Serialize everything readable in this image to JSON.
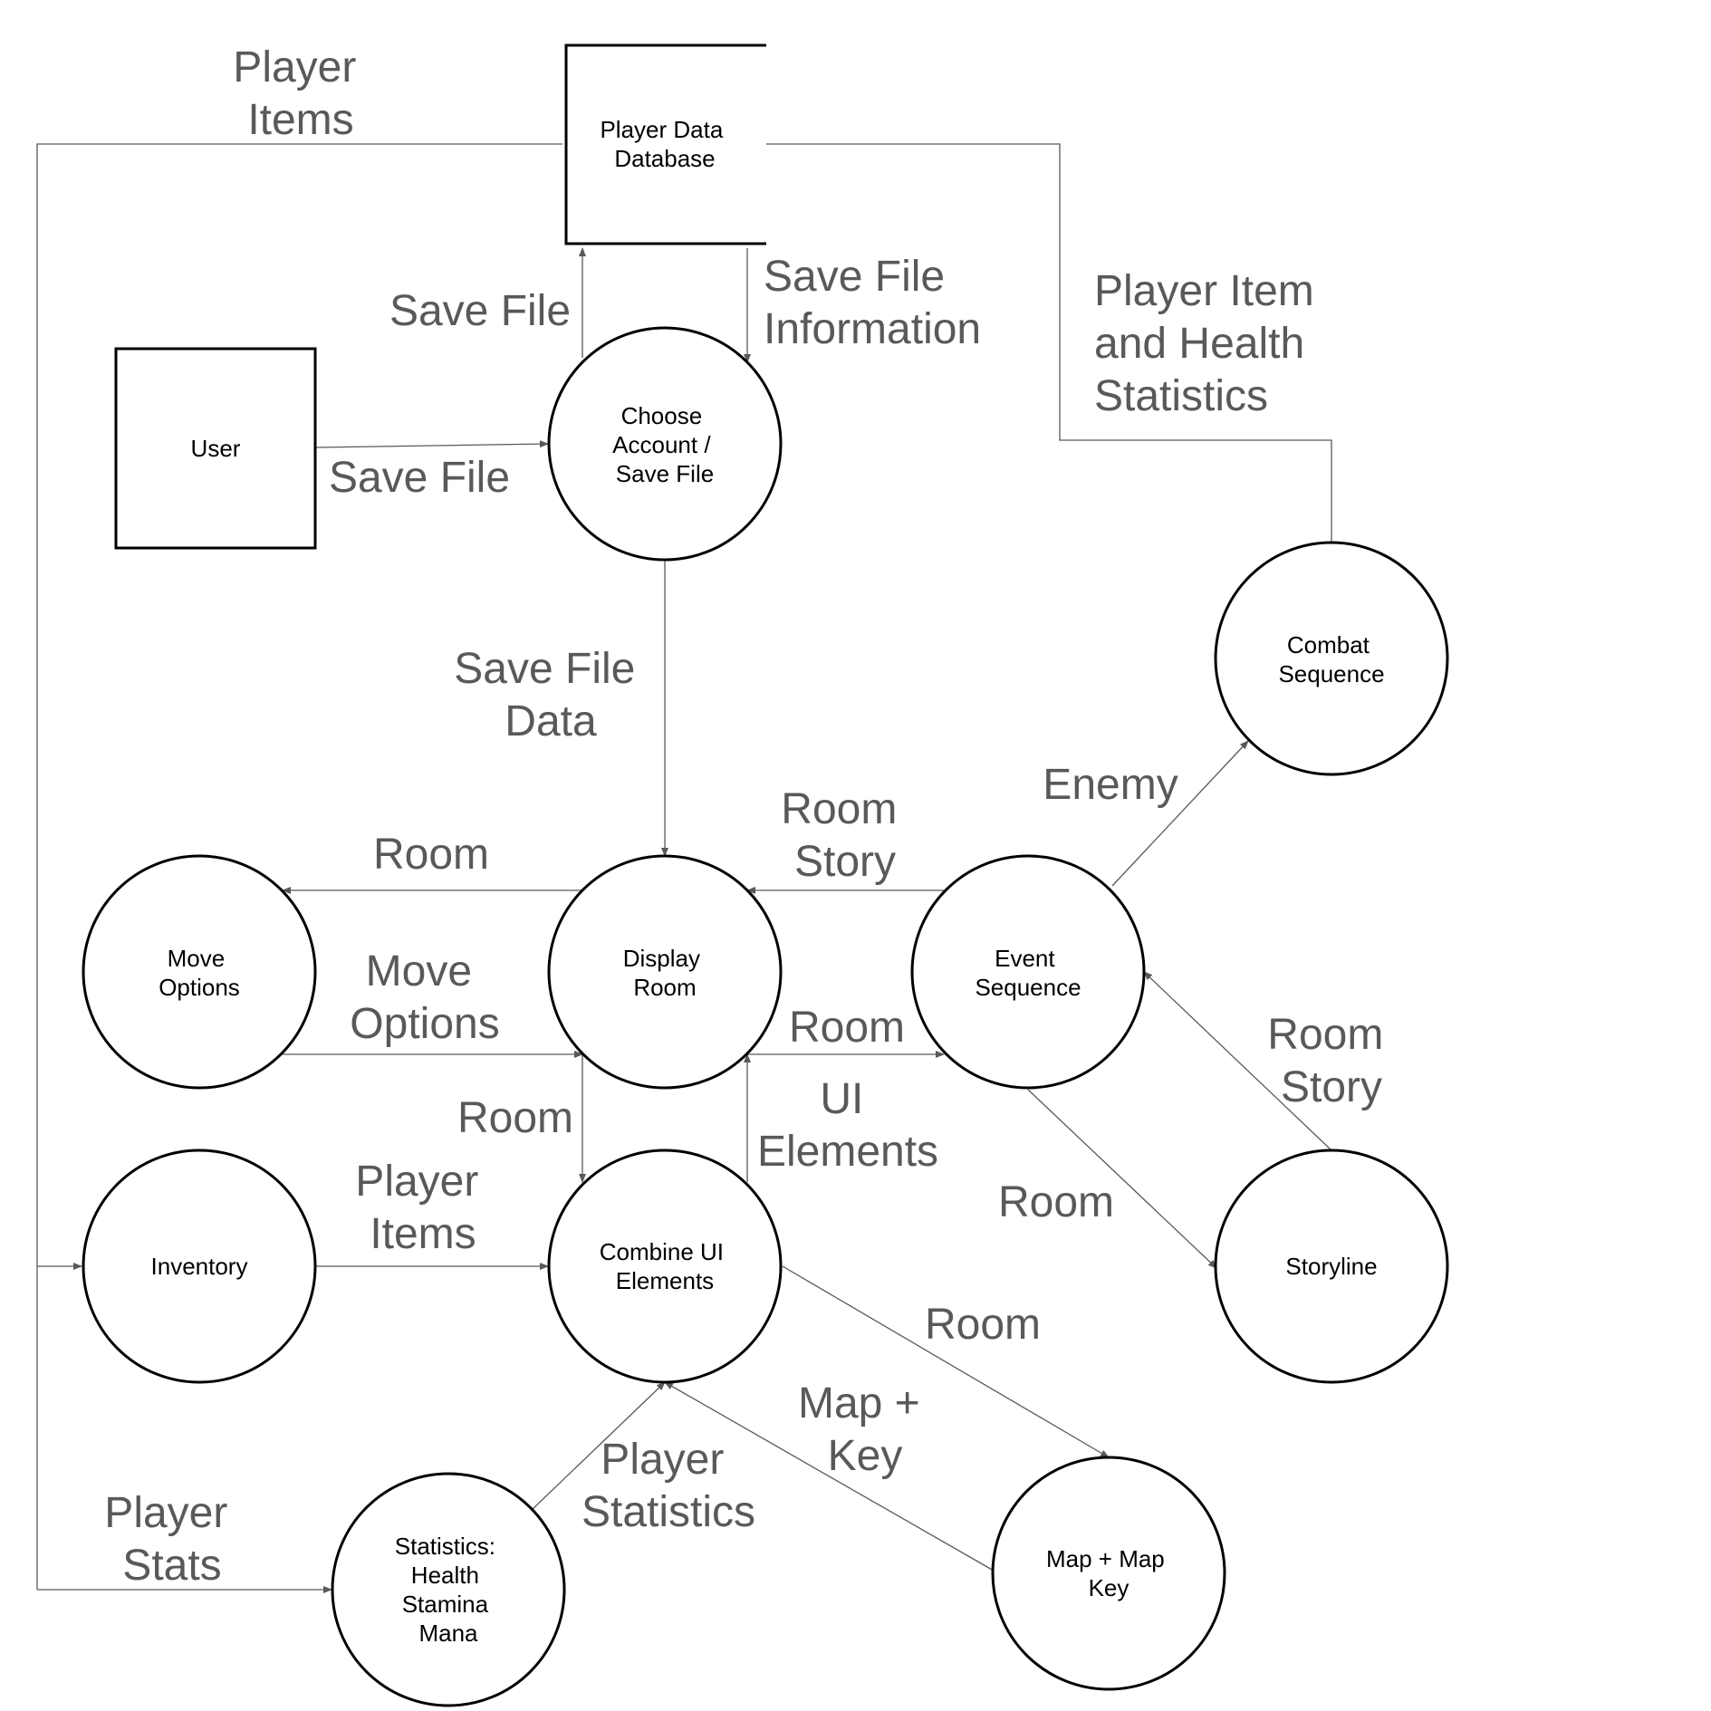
{
  "nodes": {
    "player_db": [
      "Player Data",
      "Database"
    ],
    "user": [
      "User"
    ],
    "choose_account": [
      "Choose",
      "Account /",
      "Save File"
    ],
    "combat_sequence": [
      "Combat",
      "Sequence"
    ],
    "move_options": [
      "Move",
      "Options"
    ],
    "display_room": [
      "Display",
      "Room"
    ],
    "event_sequence": [
      "Event",
      "Sequence"
    ],
    "inventory": [
      "Inventory"
    ],
    "combine_ui": [
      "Combine UI",
      "Elements"
    ],
    "storyline": [
      "Storyline"
    ],
    "statistics": [
      "Statistics:",
      "Health",
      "Stamina",
      "Mana"
    ],
    "map_key": [
      "Map + Map",
      "Key"
    ]
  },
  "flows": {
    "player_items_top": [
      "Player",
      "Items"
    ],
    "save_file_up": [
      "Save File"
    ],
    "save_file_info": [
      "Save File",
      "Information"
    ],
    "player_item_health": [
      "Player Item",
      "and Health",
      "Statistics"
    ],
    "save_file_user": [
      "Save File"
    ],
    "save_file_data": [
      "Save File",
      "Data"
    ],
    "enemy": [
      "Enemy"
    ],
    "room_story_top": [
      "Room",
      "Story"
    ],
    "room_to_move": [
      "Room"
    ],
    "move_options": [
      "Move",
      "Options"
    ],
    "room_to_event": [
      "Room"
    ],
    "room_story_storyline": [
      "Room",
      "Story"
    ],
    "room_down": [
      "Room"
    ],
    "ui_elements": [
      "UI",
      "Elements"
    ],
    "player_items_inv": [
      "Player",
      "Items"
    ],
    "room_to_storyline": [
      "Room"
    ],
    "room_to_map": [
      "Room"
    ],
    "map_key": [
      "Map +",
      "Key"
    ],
    "player_statistics": [
      "Player",
      "Statistics"
    ],
    "player_stats": [
      "Player",
      "Stats"
    ]
  },
  "colors": {
    "edge": "#595959",
    "label": "#595959",
    "shape_stroke": "#000000"
  }
}
